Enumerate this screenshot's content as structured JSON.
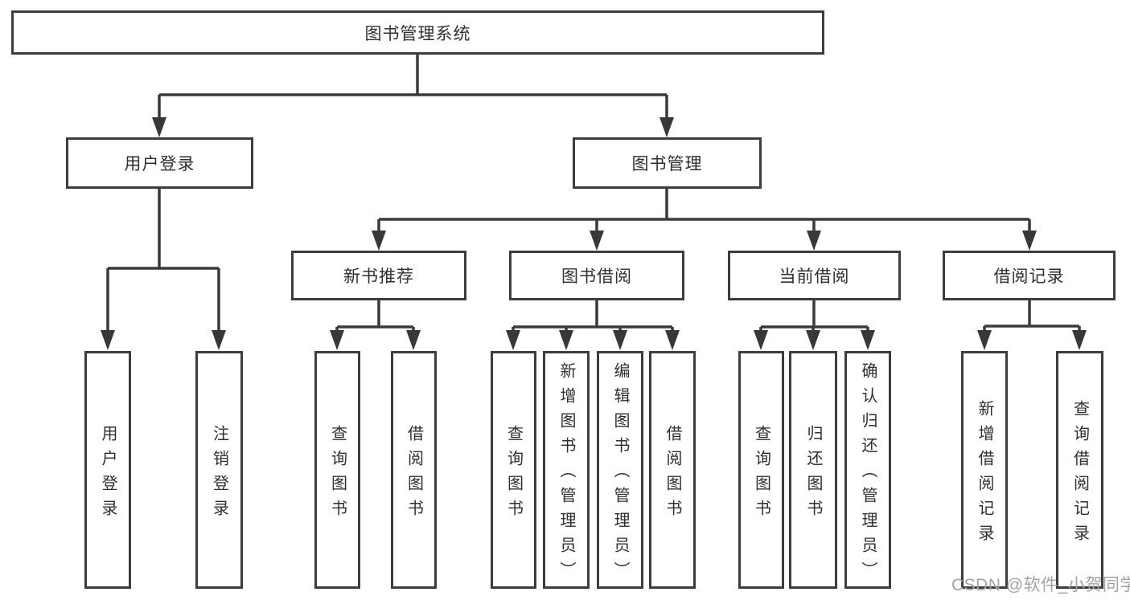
{
  "hierarchy": {
    "label": "图书管理系统",
    "children": [
      {
        "label": "用户登录",
        "children": [
          {
            "label": "用户登录"
          },
          {
            "label": "注销登录"
          }
        ]
      },
      {
        "label": "图书管理",
        "children": [
          {
            "label": "新书推荐",
            "children": [
              {
                "label": "查询图书"
              },
              {
                "label": "借阅图书"
              }
            ]
          },
          {
            "label": "图书借阅",
            "children": [
              {
                "label": "查询图书"
              },
              {
                "label": "新增图书（管理员）"
              },
              {
                "label": "编辑图书（管理员）"
              },
              {
                "label": "借阅图书"
              }
            ]
          },
          {
            "label": "当前借阅",
            "children": [
              {
                "label": "查询图书"
              },
              {
                "label": "归还图书"
              },
              {
                "label": "确认归还（管理员）"
              }
            ]
          },
          {
            "label": "借阅记录",
            "children": [
              {
                "label": "新增借阅记录"
              },
              {
                "label": "查询借阅记录"
              }
            ]
          }
        ]
      }
    ]
  },
  "watermark": "CSDN @软件_小贺同学",
  "colors": {
    "line": "#3a3a3a",
    "box_border": "#3d3d3d",
    "text": "#2f2f2f",
    "watermark_text": "#a3a3a3",
    "background": "#ffffff"
  }
}
